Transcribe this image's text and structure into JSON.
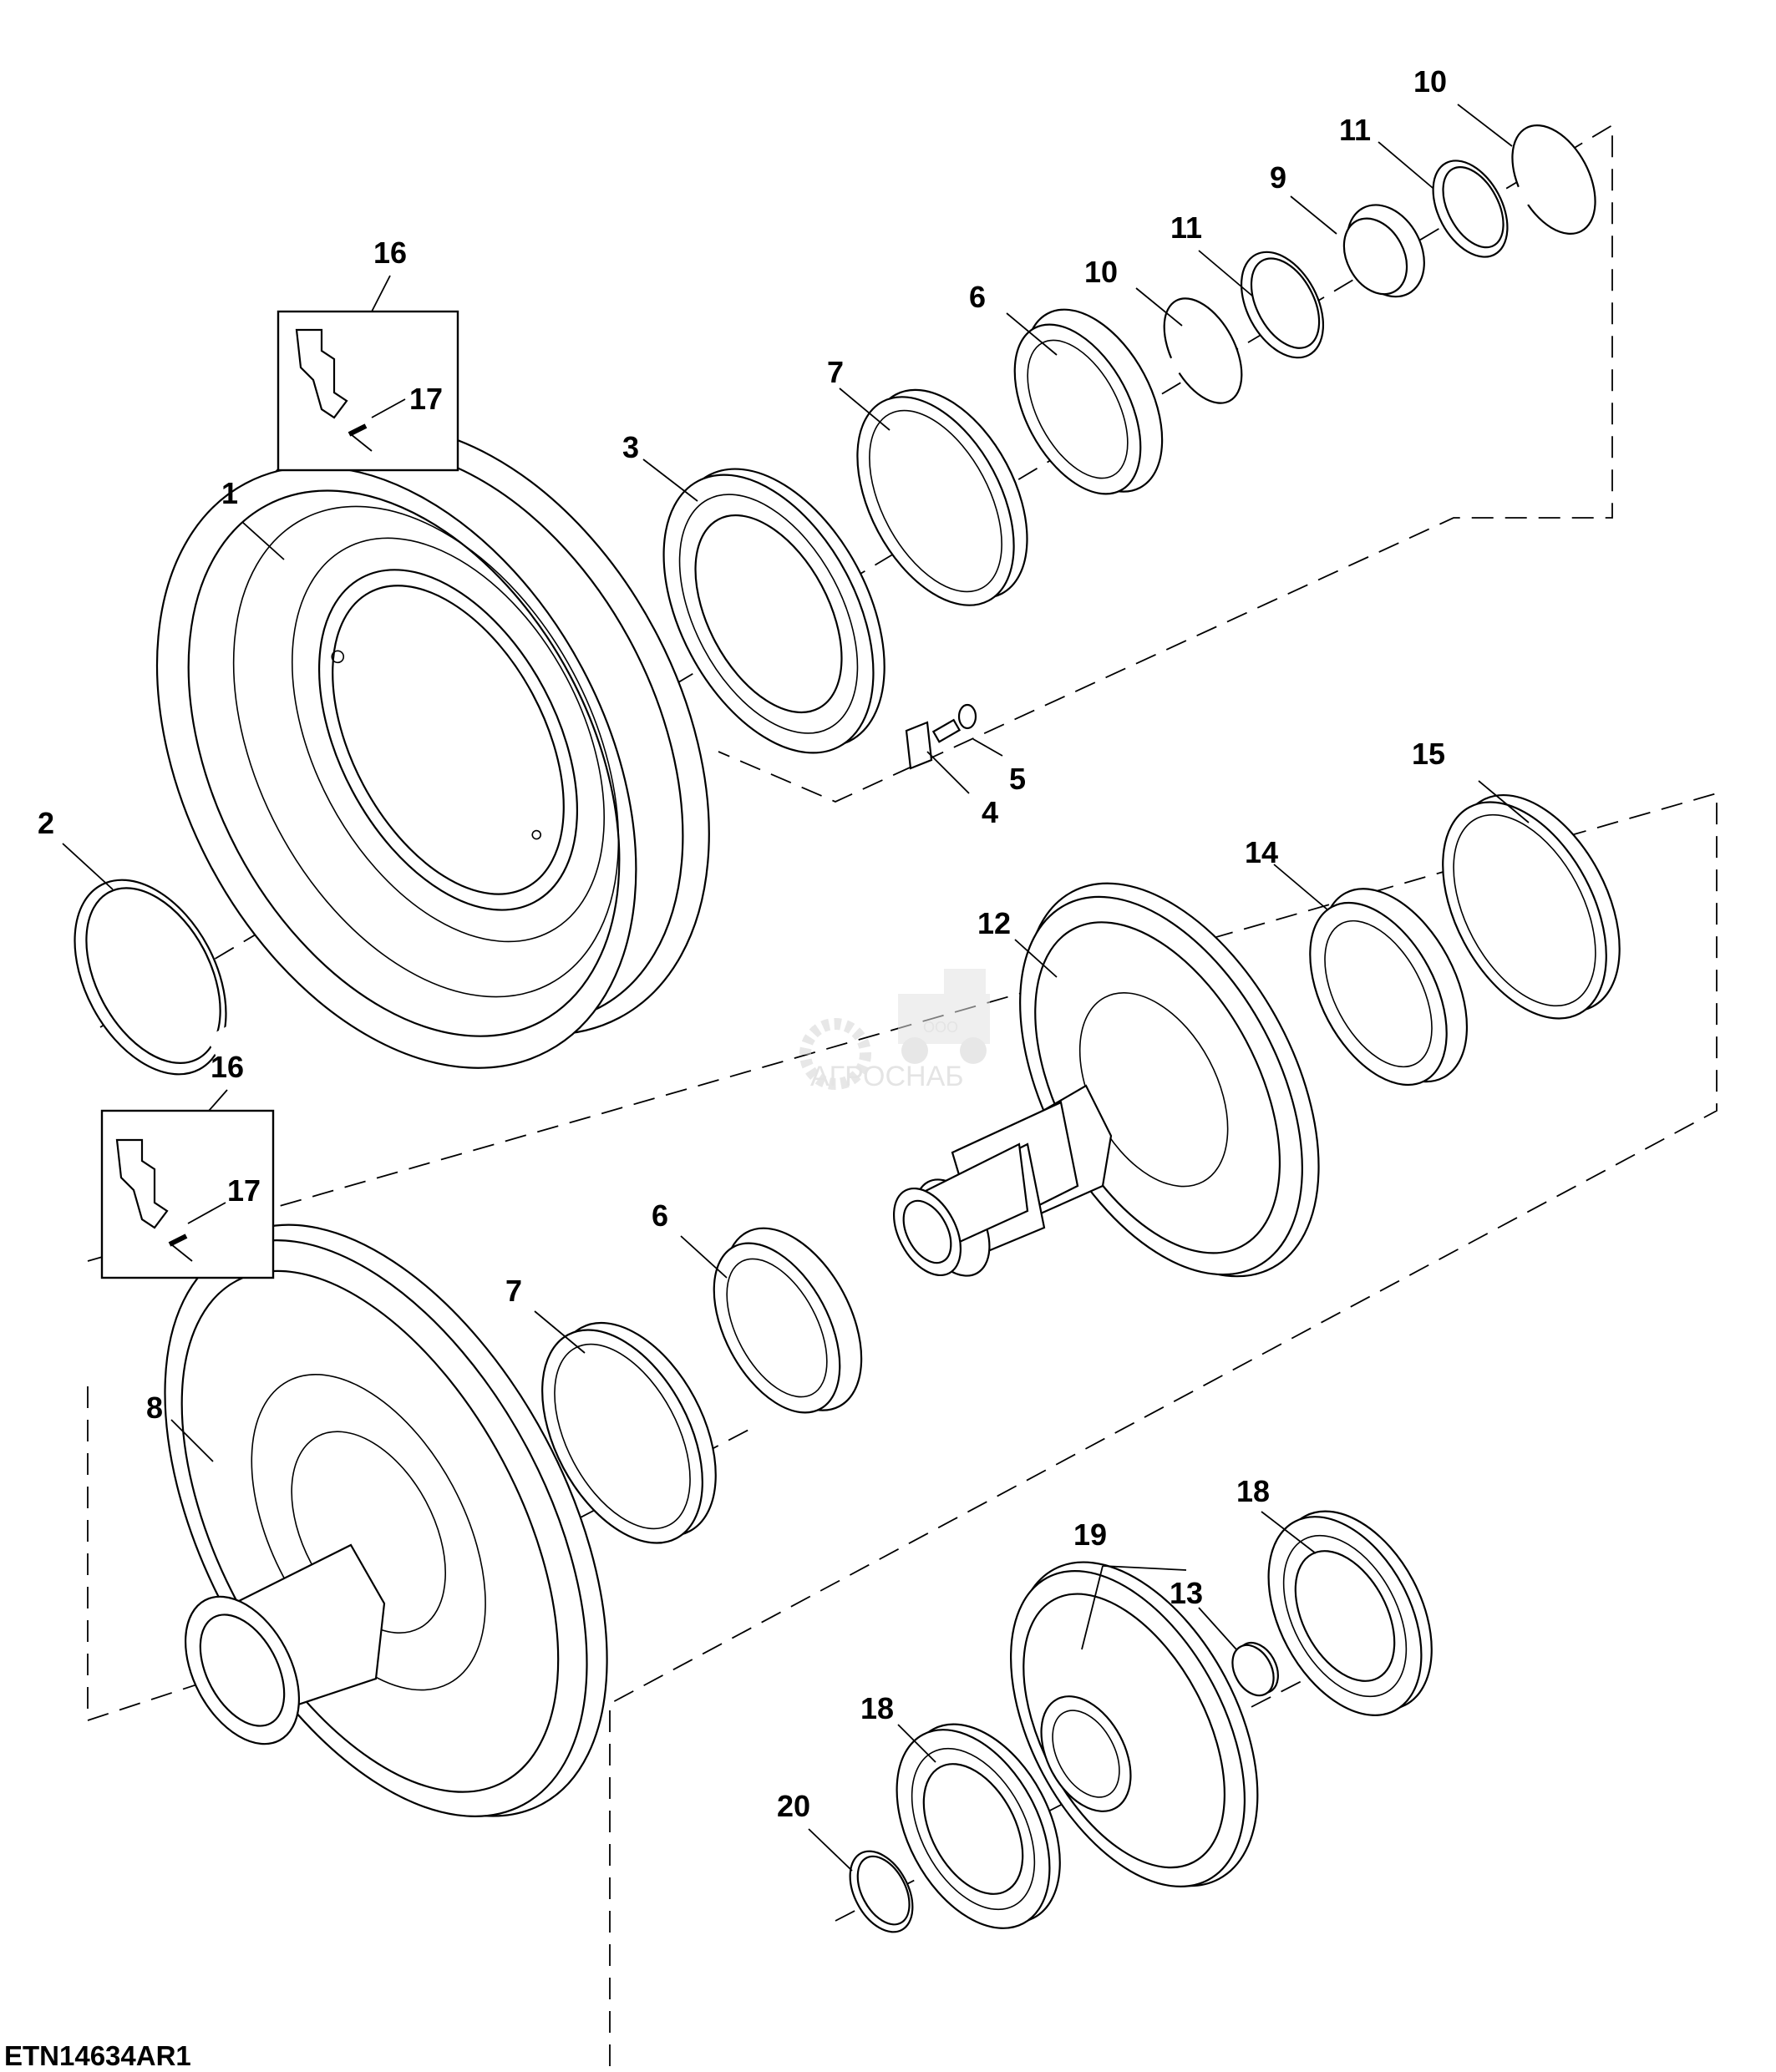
{
  "drawing_code": "ETN14634AR1",
  "watermark": {
    "small_text": "ООО",
    "brand_text": "АГРОСНАБ"
  },
  "callouts": [
    {
      "id": "callout-1",
      "text": "1"
    },
    {
      "id": "callout-2",
      "text": "2"
    },
    {
      "id": "callout-3",
      "text": "3"
    },
    {
      "id": "callout-4",
      "text": "4"
    },
    {
      "id": "callout-5",
      "text": "5"
    },
    {
      "id": "callout-6-upper",
      "text": "6"
    },
    {
      "id": "callout-6-lower",
      "text": "6"
    },
    {
      "id": "callout-7-upper",
      "text": "7"
    },
    {
      "id": "callout-7-lower",
      "text": "7"
    },
    {
      "id": "callout-8",
      "text": "8"
    },
    {
      "id": "callout-9",
      "text": "9"
    },
    {
      "id": "callout-10-upper",
      "text": "10"
    },
    {
      "id": "callout-10-mid",
      "text": "10"
    },
    {
      "id": "callout-11-upper",
      "text": "11"
    },
    {
      "id": "callout-11-mid",
      "text": "11"
    },
    {
      "id": "callout-12",
      "text": "12"
    },
    {
      "id": "callout-13",
      "text": "13"
    },
    {
      "id": "callout-14",
      "text": "14"
    },
    {
      "id": "callout-15",
      "text": "15"
    },
    {
      "id": "callout-16-upper",
      "text": "16"
    },
    {
      "id": "callout-16-lower",
      "text": "16"
    },
    {
      "id": "callout-17-upper",
      "text": "17"
    },
    {
      "id": "callout-17-lower",
      "text": "17"
    },
    {
      "id": "callout-18-upper",
      "text": "18"
    },
    {
      "id": "callout-18-lower",
      "text": "18"
    },
    {
      "id": "callout-19",
      "text": "19"
    },
    {
      "id": "callout-20",
      "text": "20"
    }
  ]
}
